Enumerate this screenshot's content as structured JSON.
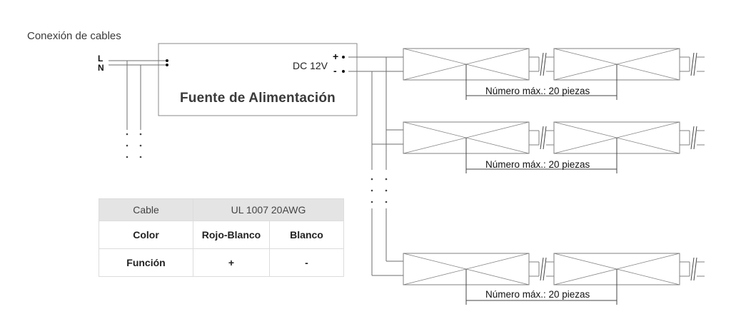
{
  "title": "Conexión de cables",
  "power_supply": {
    "label": "Fuente de Alimentación",
    "output": "DC 12V",
    "plus": "+",
    "minus": "-"
  },
  "input": {
    "l": "L",
    "n": "N"
  },
  "rows": [
    {
      "max_label": "Número máx.: 20 piezas"
    },
    {
      "max_label": "Número máx.: 20 piezas"
    },
    {
      "max_label": "Número máx.: 20 piezas"
    }
  ],
  "table": {
    "header": {
      "c1": "Cable",
      "c2": "UL 1007 20AWG"
    },
    "color_row": {
      "label": "Color",
      "v1": "Rojo-Blanco",
      "v2": "Blanco"
    },
    "function_row": {
      "label": "Función",
      "v1": "+",
      "v2": "-"
    }
  },
  "colors": {
    "line": "#6e6e6e",
    "box": "#808080",
    "header_bg": "#e4e4e4"
  }
}
